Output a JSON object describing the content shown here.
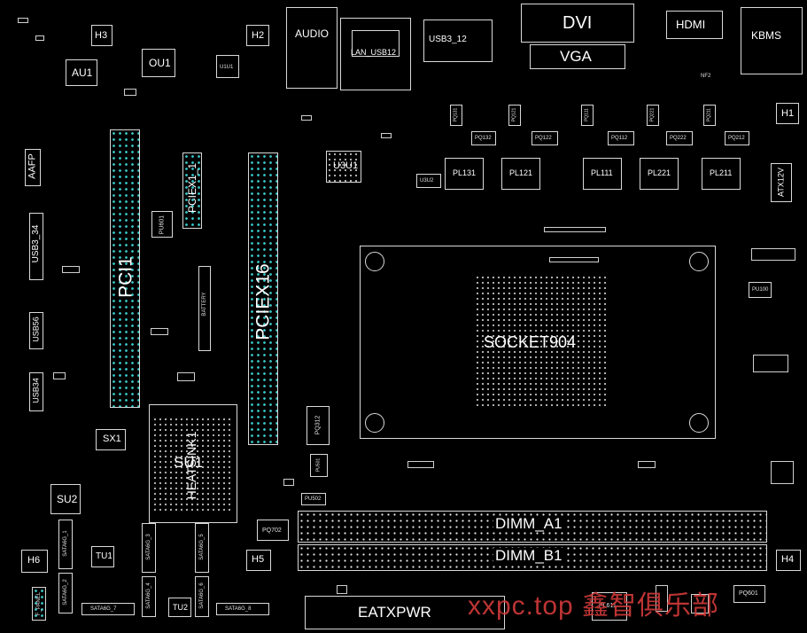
{
  "labels": {
    "h3": "H3",
    "au1": "AU1",
    "ou1": "OU1",
    "u1u1": "U1U1",
    "h2": "H2",
    "audio": "AUDIO",
    "lan_usb12": "LAN_USB12",
    "usb3_12": "USB3_12",
    "dvi": "DVI",
    "vga": "VGA",
    "hdmi": "HDMI",
    "kbms": "KBMS",
    "nf2": "NF2",
    "h1": "H1",
    "aafp": "AAFP",
    "usb3_34": "USB3_34",
    "usb56": "USB56",
    "usb34": "USB34",
    "pci1": "PCI1",
    "pciex1_1": "PCIEX1_1",
    "pciex16": "PCIEX16",
    "pu601": "PU601",
    "battery": "BATTERY",
    "u3u1": "U3U1",
    "u3u2": "U3U2",
    "pl131": "PL131",
    "pl121": "PL121",
    "pl111": "PL111",
    "pl221": "PL221",
    "pl211": "PL211",
    "pq131": "PQ131",
    "pq132": "PQ132",
    "pq121": "PQ121",
    "pq122": "PQ122",
    "pq111": "PQ111",
    "pq112": "PQ112",
    "pq221": "PQ221",
    "pq222": "PQ222",
    "pq211": "PQ211",
    "pq212": "PQ212",
    "atx12v": "ATX12V",
    "socket": "SOCKET904",
    "pu100": "PU100",
    "sx1": "SX1",
    "su1": "SU1",
    "heatsink": "HEATSINK1",
    "su2": "SU2",
    "pq312": "PQ312",
    "pu501": "PU501",
    "pu502": "PU502",
    "pq702": "PQ702",
    "dimm_a1": "DIMM_A1",
    "dimm_b1": "DIMM_B1",
    "h6": "H6",
    "h5": "H5",
    "h4": "H4",
    "tu1": "TU1",
    "tu2": "TU2",
    "sata6g_1": "SATA6G_1",
    "sata6g_2": "SATA6G_2",
    "sata6g_3": "SATA6G_3",
    "sata6g_4": "SATA6G_4",
    "sata6g_5": "SATA6G_5",
    "sata6g_6": "SATA6G_6",
    "sata6g_7": "SATA6G_7",
    "sata6g_8": "SATA6G_8",
    "fpanel": "F_PANEL",
    "eatxpwr": "EATXPWR",
    "pl611": "PL611",
    "pq601": "PQ601",
    "watermark": "xxpc.top 鑫智俱乐部"
  },
  "colors": {
    "background": "#000000",
    "outline": "#d9d9d9",
    "pin": "#39c5c5",
    "watermark": "#d23a3a"
  }
}
